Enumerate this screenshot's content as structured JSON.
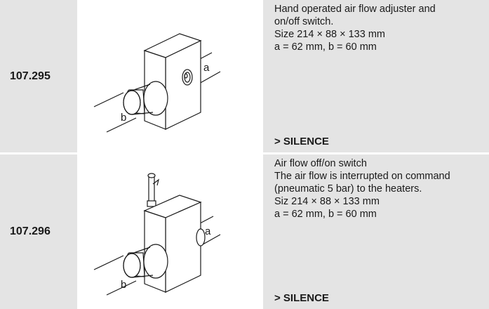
{
  "rows": [
    {
      "code": "107.295",
      "description": [
        "Hand operated air flow adjuster and",
        "on/off switch.",
        "Size 214 × 88 × 133 mm",
        "a = 62 mm, b = 60 mm"
      ],
      "link": "> SILENCE",
      "labels": {
        "a": "a",
        "b": "b"
      }
    },
    {
      "code": "107.296",
      "description": [
        "Air flow off/on switch",
        "The air flow is interrupted on command",
        "(pneumatic 5 bar) to the heaters.",
        "Siz 214 × 88 × 133 mm",
        "a = 62 mm, b = 60 mm"
      ],
      "link": "> SILENCE",
      "labels": {
        "a": "a",
        "b": "b"
      }
    }
  ]
}
